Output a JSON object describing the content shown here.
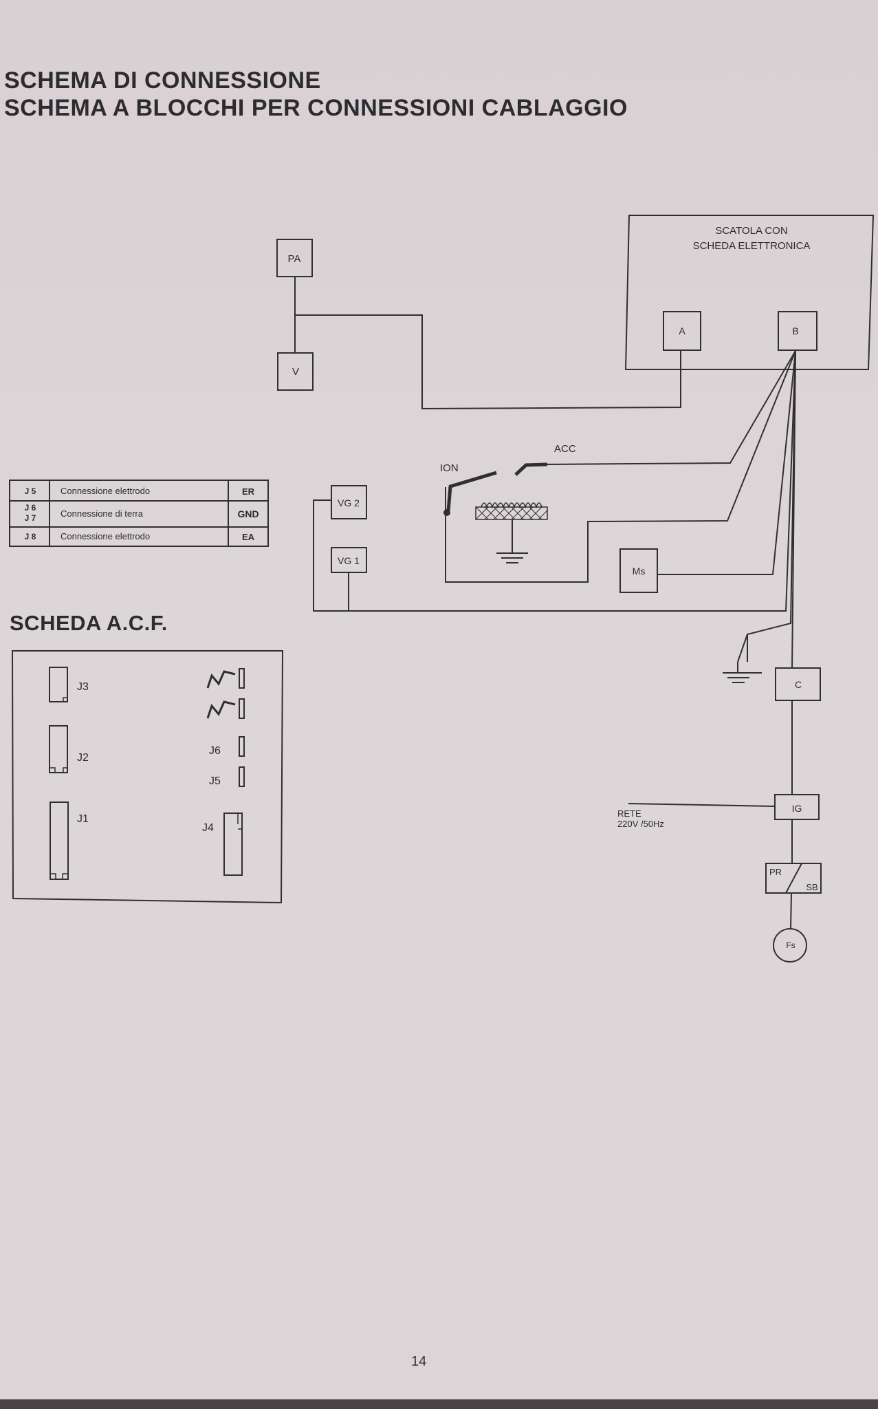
{
  "header": {
    "title_1": "SCHEMA DI CONNESSIONE",
    "title_2": "SCHEMA A BLOCCHI PER CONNESSIONI CABLAGGIO"
  },
  "diagram": {
    "box_title_1": "SCATOLA CON",
    "box_title_2": "SCHEDA ELETTRONICA",
    "node_pa": "PA",
    "node_v": "V",
    "node_a": "A",
    "node_b": "B",
    "node_c": "C",
    "node_ig": "IG",
    "node_vg2": "VG 2",
    "node_vg1": "VG 1",
    "node_ms": "Ms",
    "node_pr": "PR",
    "node_sb": "SB",
    "node_fs": "Fs",
    "label_acc": "ACC",
    "label_ion": "ION",
    "label_rete": "RETE",
    "label_voltage": "220V /50Hz"
  },
  "connector_table": {
    "rows": [
      {
        "pin": "J 5",
        "description": "Connessione elettrodo",
        "code": "ER"
      },
      {
        "pin": "J 6 / J 7",
        "pin_a": "J 6",
        "pin_b": "J 7",
        "description": "Connessione di terra",
        "code": "GND"
      },
      {
        "pin": "J 8",
        "description": "Connessione elettrodo",
        "code": "EA"
      }
    ]
  },
  "board": {
    "title": "SCHEDA A.C.F.",
    "j3": "J3",
    "j2": "J2",
    "j1": "J1",
    "j6": "J6",
    "j5": "J5",
    "j4": "J4"
  },
  "footer": {
    "page_number": "14"
  }
}
